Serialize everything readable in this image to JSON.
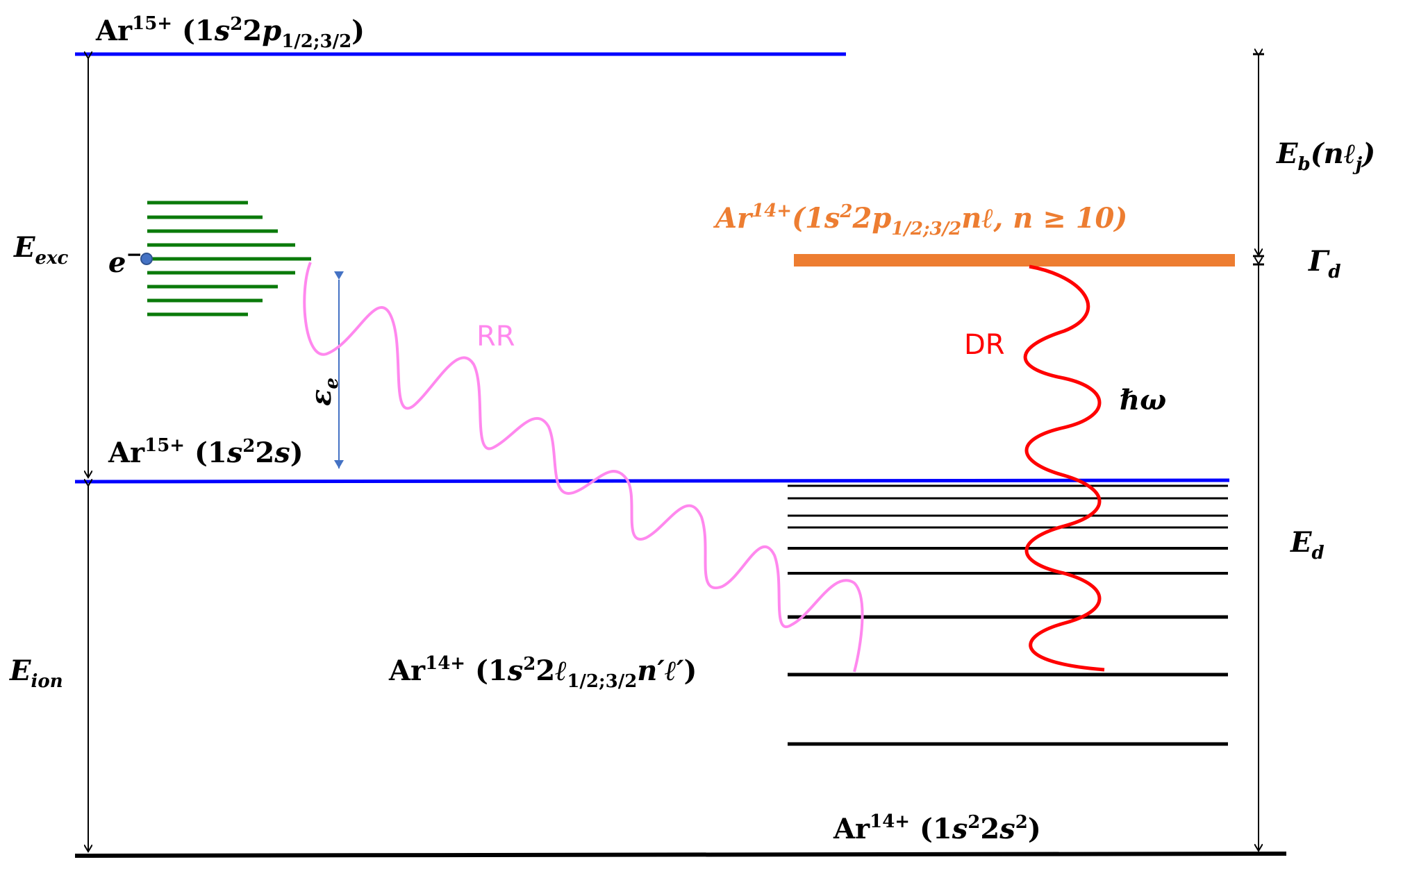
{
  "colors": {
    "ion_level": "#0000ff",
    "ground_level": "#000000",
    "electron_continuum": "#0a7a0a",
    "electron_dot": "#4472c4",
    "dr_state": "#ed7d31",
    "rr_wave": "#ff88ee",
    "dr_wave": "#ff0000",
    "arrow_blue": "#4472c4"
  },
  "labels": {
    "ar15_excited": {
      "base": "Ar",
      "charge": "15+",
      "config_open": " (1",
      "s": "s",
      "sup2": "2",
      "two": "2",
      "p": "p",
      "sub": "1/2;3/2",
      "close": ")"
    },
    "ar15_ground": {
      "base": "Ar",
      "charge": "15+",
      "config_open": " (1",
      "s": "s",
      "sup2": "2",
      "two": "2",
      "s2": "s",
      "close": ")"
    },
    "ar14_ground": {
      "base": "Ar",
      "charge": "14+",
      "config_open": " (1",
      "s": "s",
      "sup2": "2",
      "two": "2",
      "s2": "s",
      "sup2b": "2",
      "close": ")"
    },
    "ar14_rydberg": {
      "base": "Ar",
      "charge": "14+",
      "config_open": " (1",
      "s": "s",
      "sup2": "2",
      "two": "2",
      "ell": "ℓ",
      "sub": "1/2;3/2",
      "tail": "n′ℓ′",
      "close": ")"
    },
    "ar14_dr": {
      "text": "Ar",
      "charge": "14+",
      "rest_a": "(1",
      "s": "s",
      "sup2": "2",
      "two": "2",
      "p": "p",
      "sub": "1/2;3/2",
      "tail": "nℓ, n ≥ 10)"
    },
    "e_exc": {
      "main": "E",
      "sub": "exc"
    },
    "e_ion": {
      "main": "E",
      "sub": "ion"
    },
    "e_b": {
      "main": "E",
      "sub": "b",
      "rest": "(nℓ",
      "sub2": "j",
      "close": ")"
    },
    "gamma_d": {
      "main": "Γ",
      "sub": "d"
    },
    "e_d": {
      "main": "E",
      "sub": "d"
    },
    "electron": {
      "main": "e",
      "sup": "−"
    },
    "epsilon_e": {
      "main": "ε",
      "sub": "e"
    },
    "rr": "RR",
    "dr": "DR",
    "hbar_omega": "ℏω"
  }
}
